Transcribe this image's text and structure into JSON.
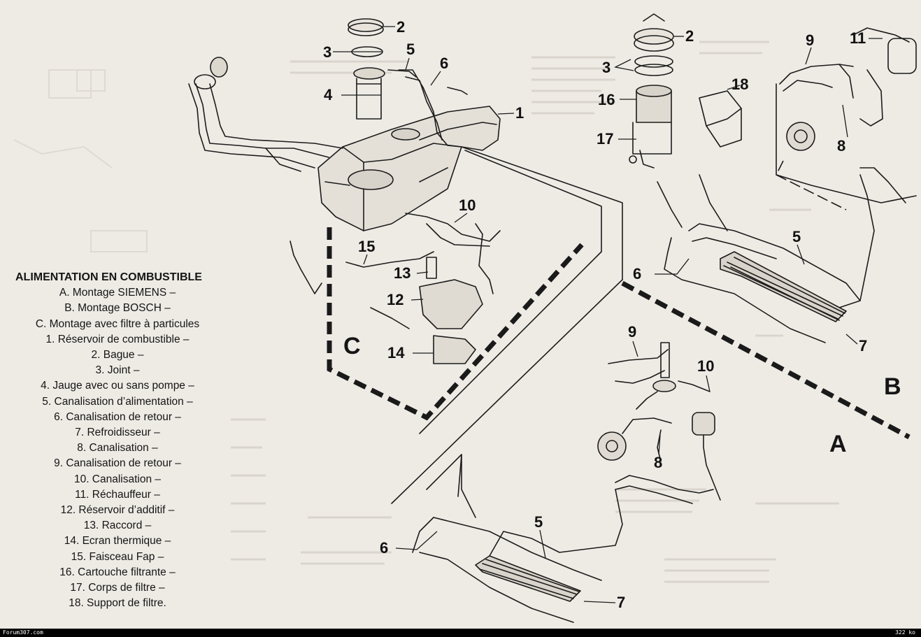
{
  "legend": {
    "title": "ALIMENTATION EN COMBUSTIBLE",
    "lines": [
      "A. Montage SIEMENS –",
      "B. Montage BOSCH –",
      "C. Montage avec filtre à particules",
      "1. Réservoir de combustible –",
      "2. Bague –",
      "3. Joint –",
      "4. Jauge avec ou sans pompe –",
      "5. Canalisation d’alimentation –",
      "6. Canalisation de retour –",
      "7. Refroidisseur –",
      "8. Canalisation –",
      "9. Canalisation de retour –",
      "10. Canalisation –",
      "11. Réchauffeur –",
      "12. Réservoir d’additif –",
      "13. Raccord –",
      "14. Ecran thermique –",
      "15. Faisceau Fap –",
      "16. Cartouche filtrante –",
      "17. Corps de filtre –",
      "18. Support de filtre."
    ]
  },
  "callouts": {
    "tank_2": "2",
    "tank_3": "3",
    "tank_5": "5",
    "tank_6": "6",
    "tank_4": "4",
    "tank_1": "1",
    "filter_2": "2",
    "filter_3": "3",
    "filter_16": "16",
    "filter_18": "18",
    "filter_17": "17",
    "bosch_9": "9",
    "bosch_11": "11",
    "bosch_8": "8",
    "fap_10": "10",
    "fap_15": "15",
    "fap_13": "13",
    "fap_12": "12",
    "fap_14": "14",
    "b_5": "5",
    "b_6": "6",
    "b_7": "7",
    "a_9": "9",
    "a_10": "10",
    "a_8": "8",
    "a_5": "5",
    "a_6": "6",
    "a_7": "7"
  },
  "variants": {
    "a": "A",
    "b": "B",
    "c": "C"
  },
  "footer": {
    "site": "Forum307.com",
    "size": "322 ko"
  }
}
